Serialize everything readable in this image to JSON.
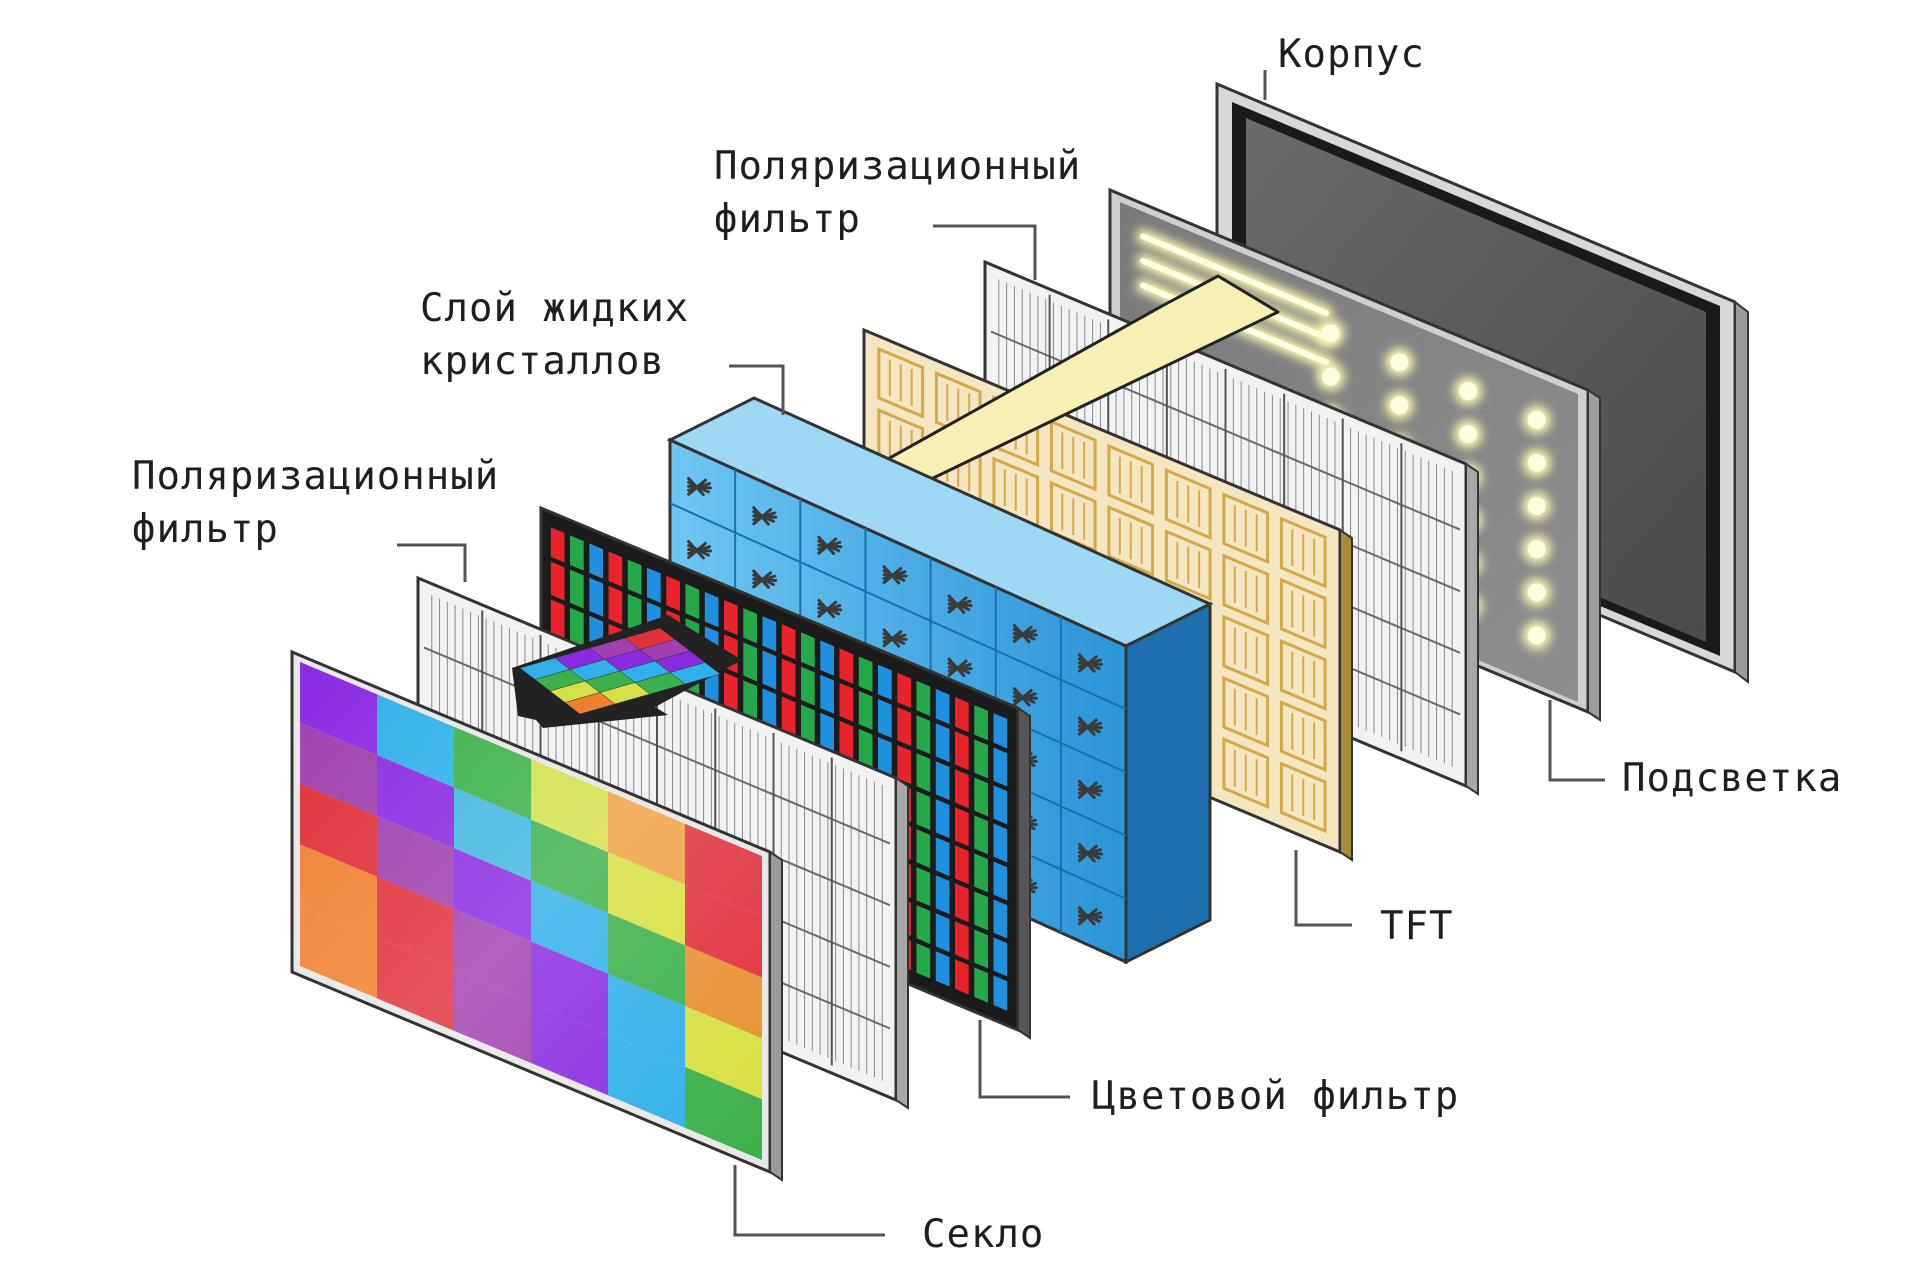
{
  "labels": {
    "housing": "Корпус",
    "polarizer_back": [
      "Поляризационный",
      "фильтр"
    ],
    "lc_layer": [
      "Слой жидких",
      "кристаллов"
    ],
    "polarizer_front": [
      "Поляризационный",
      "фильтр"
    ],
    "backlight": "Подсветка",
    "tft": "TFT",
    "color_filter": "Цветовой фильтр",
    "glass": "Секло"
  },
  "colors": {
    "leader_line": "#555555",
    "light_arrow": "#f7f0b4",
    "lc_blue": "#3aa7e6",
    "tft_gold": "#d4a94a",
    "housing_frame": "#9a9a9a",
    "housing_screen": "#5c5c5c",
    "backlight_panel": "#8a8a8a",
    "backlight_glow": "#fffbb0",
    "filter_red": "#e8232b",
    "filter_green": "#24a84a",
    "filter_blue": "#1f8fe0"
  },
  "front_grid": [
    [
      "#8a2be2",
      "#2fb0e8",
      "#3cb04a",
      "#d4e04a",
      "#f0a040",
      "#e0303a"
    ],
    [
      "#a040b0",
      "#8a2be2",
      "#40b8e0",
      "#3cb04a",
      "#d8e040",
      "#e0303a"
    ],
    [
      "#e0303a",
      "#a040b0",
      "#8a2be2",
      "#2fb0e8",
      "#3cb04a",
      "#e89030"
    ],
    [
      "#f08030",
      "#e0303a",
      "#a040b0",
      "#8a2be2",
      "#2fb0e8",
      "#d8e040"
    ],
    [
      "#f08030",
      "#e0303a",
      "#a040b0",
      "#8a2be2",
      "#2fb0e8",
      "#3cb04a"
    ]
  ],
  "mini_grid": [
    [
      "#2fb0e8",
      "#8a2be2",
      "#a040b0",
      "#e0303a"
    ],
    [
      "#3cb04a",
      "#2fb0e8",
      "#8a2be2",
      "#a040b0"
    ],
    [
      "#d4e04a",
      "#3cb04a",
      "#2fb0e8",
      "#8a2be2"
    ],
    [
      "#f08030",
      "#d4e04a",
      "#3cb04a",
      "#2fb0e8"
    ]
  ]
}
